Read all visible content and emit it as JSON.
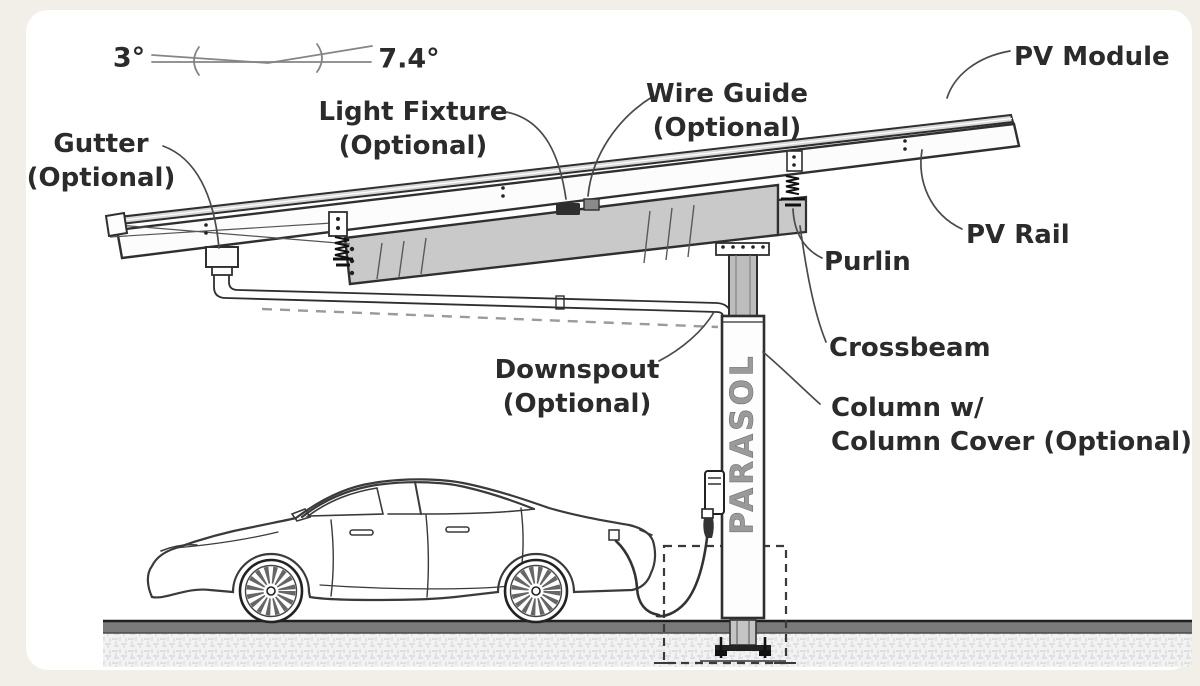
{
  "background": {
    "page_bg": "#f1efe8",
    "card_bg": "#ffffff"
  },
  "angles": {
    "left": "3°",
    "right": "7.4°"
  },
  "labels": {
    "gutter_1": "Gutter",
    "gutter_2": "(Optional)",
    "light_fixture_1": "Light Fixture",
    "light_fixture_2": "(Optional)",
    "wire_guide_1": "Wire Guide",
    "wire_guide_2": "(Optional)",
    "pv_module": "PV Module",
    "pv_rail": "PV Rail",
    "purlin": "Purlin",
    "crossbeam": "Crossbeam",
    "downspout_1": "Downspout",
    "downspout_2": "(Optional)",
    "column_1": "Column w/",
    "column_2": "Column Cover (Optional)"
  },
  "column_brand": "PARASOL",
  "colors": {
    "line": "#2f2f2f",
    "leader_line": "#4a4a4a",
    "beam_fill": "#c9c9c9",
    "steel_fill": "#bdbdbd",
    "module_fill": "#d8d8d8",
    "brand_text": "#9a9a9a",
    "label_text": "#2b2b2b",
    "ground_band": "#7a7a7a",
    "dashed_ref": "#9b9b9b"
  }
}
